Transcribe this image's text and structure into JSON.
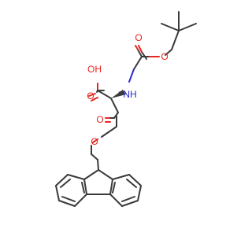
{
  "colors": {
    "background": "#ffffff",
    "carbon_bond": "#3a3a3a",
    "oxygen": "#e8261f",
    "nitrogen": "#2a2ad6"
  },
  "atoms": {
    "acid_oh": "OH",
    "acid_carbonyl_o": "O",
    "amine_nh": "NH",
    "boc_carbonyl_o": "O",
    "boc_ether_o": "O",
    "ester_carbonyl_o": "O",
    "ester_ether_o": "O"
  }
}
